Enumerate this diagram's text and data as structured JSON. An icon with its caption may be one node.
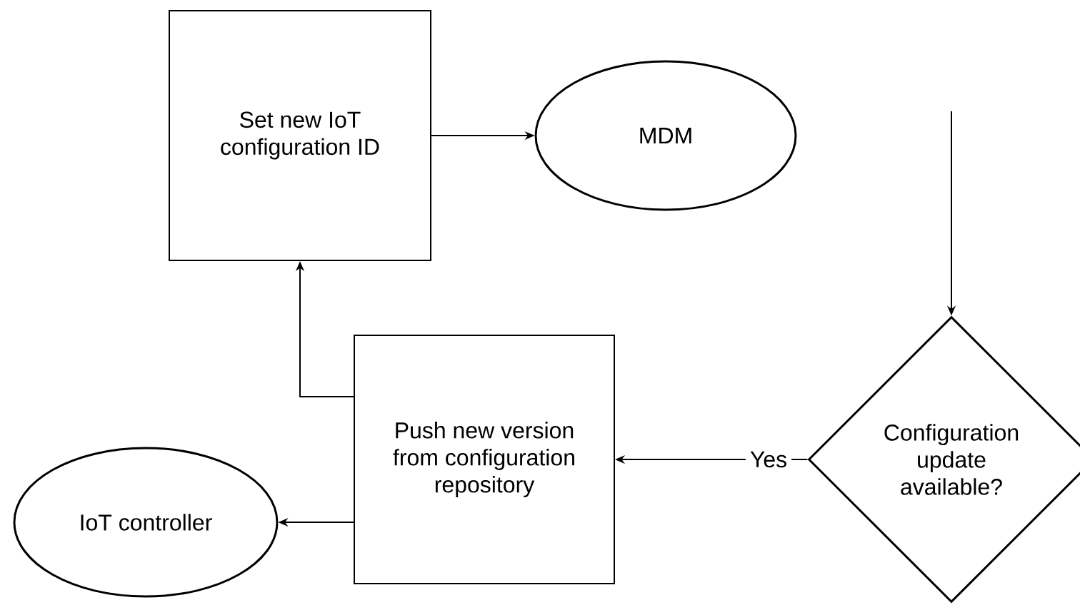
{
  "diagram": {
    "nodes": [
      {
        "text": [
          "Set new IoT configuration ID"
        ]
      },
      {
        "text": [
          "MDM"
        ]
      },
      {
        "text": [
          "Push new version from configuration repository"
        ]
      },
      {
        "text": [
          "IoT controller"
        ]
      },
      {
        "text": [
          "Configuration update available?"
        ]
      }
    ],
    "edges": [
      {
        "from": 0,
        "to": 1,
        "arrow": "to"
      },
      {
        "from": 2,
        "to": 0,
        "arrow": "to"
      },
      {
        "from": 2,
        "to": 3,
        "arrow": "to"
      },
      {
        "from": 4,
        "to": 2,
        "arrow": "to",
        "label": "Yes"
      },
      {
        "from": null,
        "to": 4,
        "arrow": "to"
      }
    ]
  }
}
